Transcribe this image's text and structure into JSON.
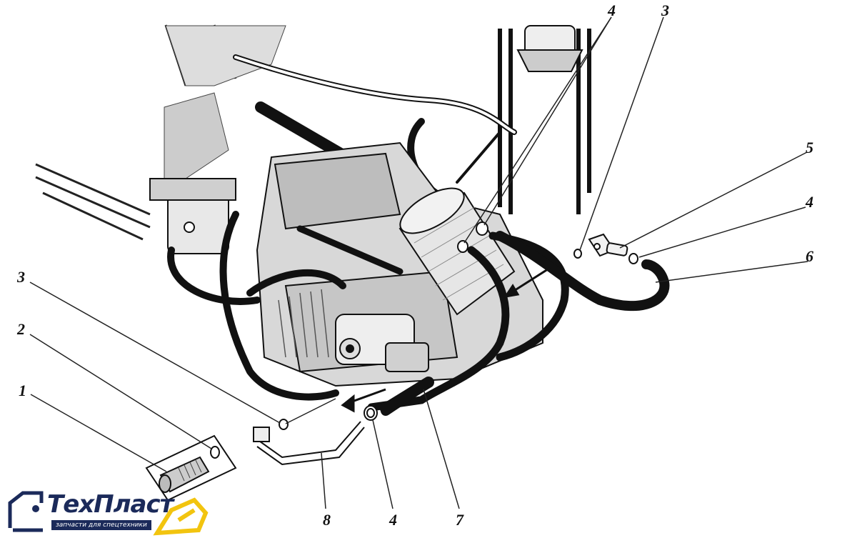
{
  "callouts": [
    {
      "id": "c1",
      "text": "1"
    },
    {
      "id": "c2",
      "text": "2"
    },
    {
      "id": "c3a",
      "text": "3"
    },
    {
      "id": "c3b",
      "text": "3"
    },
    {
      "id": "c4a",
      "text": "4"
    },
    {
      "id": "c4b",
      "text": "4"
    },
    {
      "id": "c4c",
      "text": "4"
    },
    {
      "id": "c5",
      "text": "5"
    },
    {
      "id": "c6",
      "text": "6"
    },
    {
      "id": "c7",
      "text": "7"
    },
    {
      "id": "c8",
      "text": "8"
    }
  ],
  "logo": {
    "name": "ТехПласт",
    "tagline": "запчасти для спецтехники",
    "colors": {
      "navy": "#1b2a5a",
      "yellow": "#f2c40f"
    }
  }
}
